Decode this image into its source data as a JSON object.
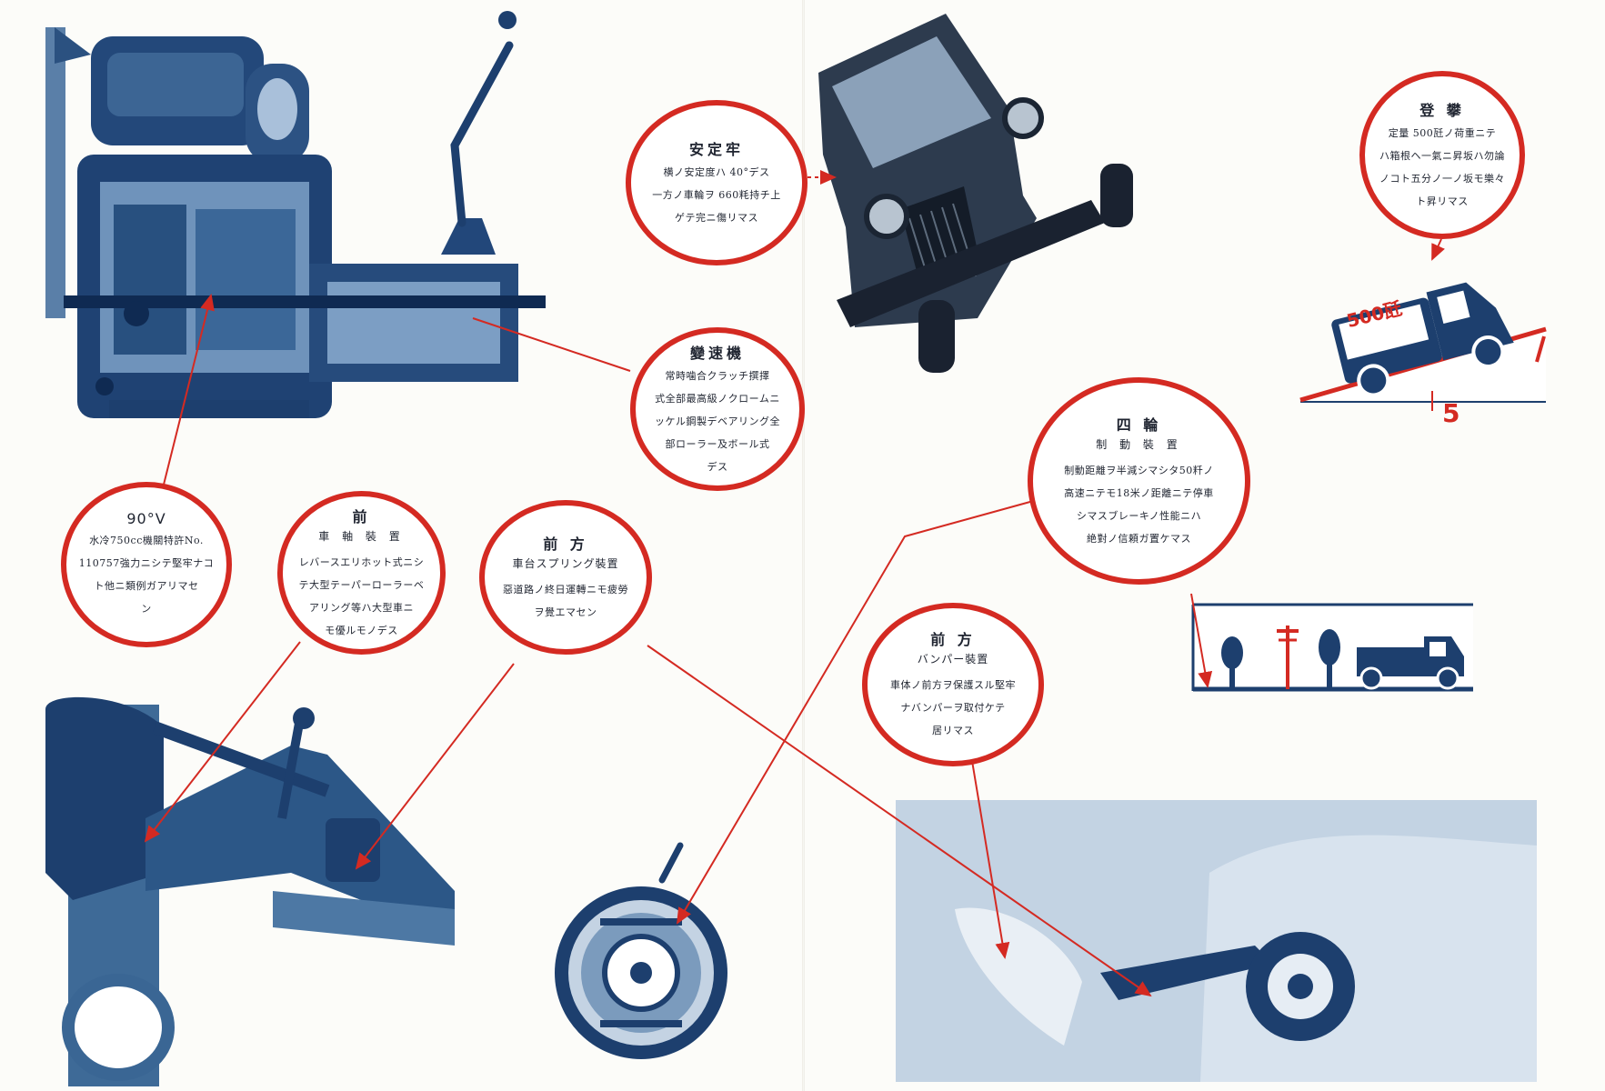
{
  "callouts": {
    "stability": {
      "title": "安定牢",
      "lines": [
        "横ノ安定度ハ 40°デス",
        "一方ノ車輪ヲ 660粍持チ上",
        "ゲテ完ニ傷リマス"
      ]
    },
    "transmission": {
      "title": "變速機",
      "lines": [
        "常時噛合クラッチ撰擇",
        "式全部最高級ノクロームニ",
        "ッケル鋼製デベアリング全",
        "部ローラー及ボール式",
        "デス"
      ]
    },
    "engine": {
      "title": "90°V",
      "lines": [
        "水冷750cc機關特許No.",
        "110757強力ニシテ堅牢ナコ",
        "ト他ニ類例ガアリマセ",
        "ン"
      ]
    },
    "front_axle": {
      "title": "前",
      "subtitle": "車 軸 裝 置",
      "lines": [
        "レバースエリホット式ニシ",
        "テ大型テーパーローラーベ",
        "アリング等ハ大型車ニ",
        "モ優ルモノデス"
      ]
    },
    "front_spring": {
      "title": "前 方",
      "subtitle": "車台スプリング裝置",
      "lines": [
        "惡道路ノ終日運轉ニモ疲勞",
        "ヲ覺エマセン"
      ]
    },
    "brakes": {
      "title": "四 輪",
      "subtitle": "制 動 裝 置",
      "lines": [
        "制動距離ヲ半減シマシタ50粁ノ",
        "高速ニテモ18米ノ距離ニテ停車",
        "シマスブレーキノ性能ニハ",
        "絶對ノ信頼ガ置ケマス"
      ]
    },
    "bumper": {
      "title": "前 方",
      "subtitle": "バンパー裝置",
      "lines": [
        "車体ノ前方ヲ保護スル堅牢",
        "ナバンパーヲ取付ケテ",
        "居リマス"
      ]
    },
    "climbing": {
      "title": "登 攀",
      "lines": [
        "定量 500瓩ノ荷重ニテ",
        "ハ箱根ヘ一氣ニ昇坂ハ勿論",
        "ノコト五分ノ一ノ坂モ樂々",
        "ト昇リマス"
      ]
    }
  },
  "truck_badge": "500瓩",
  "slope_ratio": "5",
  "colors": {
    "accent": "#d42a22",
    "ink": "#1d3f6e"
  }
}
